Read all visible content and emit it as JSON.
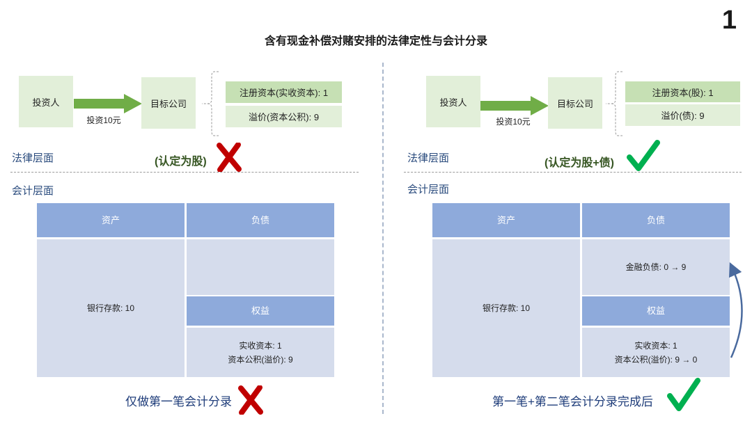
{
  "page_number": "1",
  "title": "含有现金补偿对赌安排的法律定性与会计分录",
  "left": {
    "investor": "投资人",
    "invest_label": "投资10元",
    "target": "目标公司",
    "item1": "注册资本(实收资本): 1",
    "item2": "溢价(资本公积): 9",
    "legal_label": "法律层面",
    "legal_verdict": "(认定为股)",
    "accounting_label": "会计层面",
    "table": {
      "assets_header": "资产",
      "liabilities_header": "负债",
      "assets_value": "银行存款: 10",
      "liabilities_value": "",
      "equity_header": "权益",
      "equity_line1": "实收资本: 1",
      "equity_line2": "资本公积(溢价): 9"
    },
    "caption": "仅做第一笔会计分录",
    "legal_mark": "cross",
    "caption_mark": "cross"
  },
  "right": {
    "investor": "投资人",
    "invest_label": "投资10元",
    "target": "目标公司",
    "item1": "注册资本(股): 1",
    "item2": "溢价(债): 9",
    "legal_label": "法律层面",
    "legal_verdict": "(认定为股+债)",
    "accounting_label": "会计层面",
    "table": {
      "assets_header": "资产",
      "liabilities_header": "负债",
      "assets_value": "银行存款: 10",
      "liabilities_value": "金融负债: 0 → 9",
      "equity_header": "权益",
      "equity_line1": "实收资本: 1",
      "equity_line2": "资本公积(溢价): 9 → 0"
    },
    "caption": "第一笔+第二笔会计分录完成后",
    "legal_mark": "check",
    "caption_mark": "check"
  },
  "colors": {
    "arrow_green": "#70ad47",
    "box_light": "#e2efd9",
    "box_dark": "#c6e0b4",
    "table_header": "#8eaadb",
    "table_body": "#d5dcec",
    "cross_red": "#c00000",
    "check_green": "#00b050"
  }
}
